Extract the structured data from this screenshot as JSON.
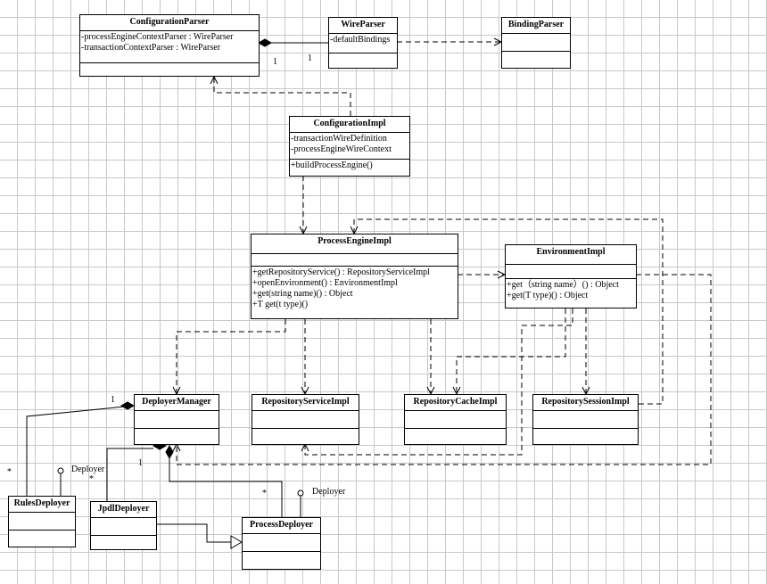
{
  "classes": {
    "configuration_parser": {
      "name": "ConfigurationParser",
      "attributes": [
        "-processEngineContextParser : WireParser",
        "-transactionContextParser : WireParser"
      ],
      "operations": []
    },
    "wire_parser": {
      "name": "WireParser",
      "attributes": [
        "-defaultBindings"
      ],
      "operations": []
    },
    "binding_parser": {
      "name": "BindingParser",
      "attributes": [],
      "operations": []
    },
    "configuration_impl": {
      "name": "ConfigurationImpl",
      "attributes": [
        "-transactionWireDefinition",
        "-processEngineWireContext"
      ],
      "operations": [
        "+buildProcessEngine()"
      ]
    },
    "process_engine_impl": {
      "name": "ProcessEngineImpl",
      "attributes": [],
      "operations": [
        "+getRepositoryService() : RepositoryServiceImpl",
        "+openEnvironment() : EnvironmentImpl",
        "+get(string name)() : Object",
        "+T get(t type)()"
      ]
    },
    "environment_impl": {
      "name": "EnvironmentImpl",
      "attributes": [],
      "operations": [
        "+get（string name）() : Object",
        "+get(T type)() : Object"
      ]
    },
    "deployer_manager": {
      "name": "DeployerManager",
      "attributes": [],
      "operations": []
    },
    "repository_service_impl": {
      "name": "RepositoryServiceImpl",
      "attributes": [],
      "operations": []
    },
    "repository_cache_impl": {
      "name": "RepositoryCacheImpl",
      "attributes": [],
      "operations": []
    },
    "repository_session_impl": {
      "name": "RepositorySessionImpl",
      "attributes": [],
      "operations": []
    },
    "rules_deployer": {
      "name": "RulesDeployer",
      "attributes": [],
      "operations": []
    },
    "jpdl_deployer": {
      "name": "JpdlDeployer",
      "attributes": [],
      "operations": []
    },
    "process_deployer": {
      "name": "ProcessDeployer",
      "attributes": [],
      "operations": []
    }
  },
  "labels": {
    "mult_parser_one": "1",
    "mult_wire_one": "1",
    "mult_dm_one_top": "1",
    "mult_rules_many": "*",
    "mult_jpdl_many": "*",
    "mult_dm_one_mid": "1",
    "mult_process_many": "*",
    "deployer_iface_rules": "Deployer",
    "deployer_iface_process": "Deployer"
  },
  "colors": {
    "line": "#000000",
    "grid": "#c8c8c8",
    "marker": "#3355ff"
  }
}
